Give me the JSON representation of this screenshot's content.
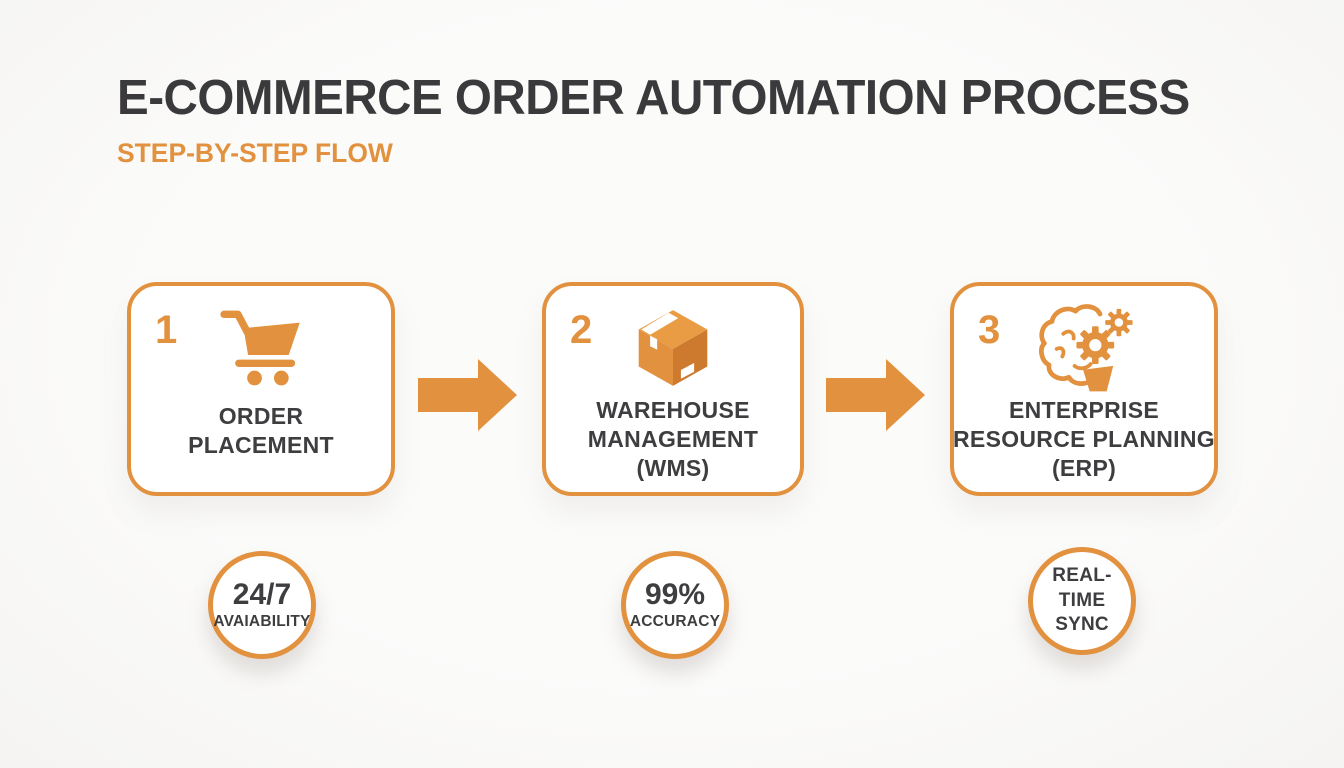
{
  "header": {
    "title": "E-COMMERCE ORDER AUTOMATION PROCESS",
    "subtitle": "STEP-BY-STEP FLOW"
  },
  "steps": [
    {
      "number": "1",
      "icon": "shopping-cart-icon",
      "lines": [
        "ORDER",
        "PLACEMENT"
      ]
    },
    {
      "number": "2",
      "icon": "package-box-icon",
      "lines": [
        "WAREHOUSE",
        "MANAGEMENT",
        "(WMS)"
      ]
    },
    {
      "number": "3",
      "icon": "brain-gears-icon",
      "lines": [
        "ENTERPRISE",
        "RESOURCE PLANNING",
        "(ERP)"
      ]
    }
  ],
  "arrows": [
    {
      "icon": "arrow-right-icon"
    },
    {
      "icon": "arrow-right-icon"
    }
  ],
  "metrics": [
    {
      "value": "24/7",
      "label": "AVAIABILITY"
    },
    {
      "value": "99%",
      "label": "ACCURACY"
    },
    {
      "value": "REAL-TIME",
      "label": "SYNC"
    }
  ],
  "colors": {
    "accent": "#E2913E",
    "accent_dark": "#CE7A2E",
    "accent_light": "#EA9C45",
    "heading": "#3A3A3C",
    "body": "#3E3E40",
    "background": "#FAFAF8"
  }
}
